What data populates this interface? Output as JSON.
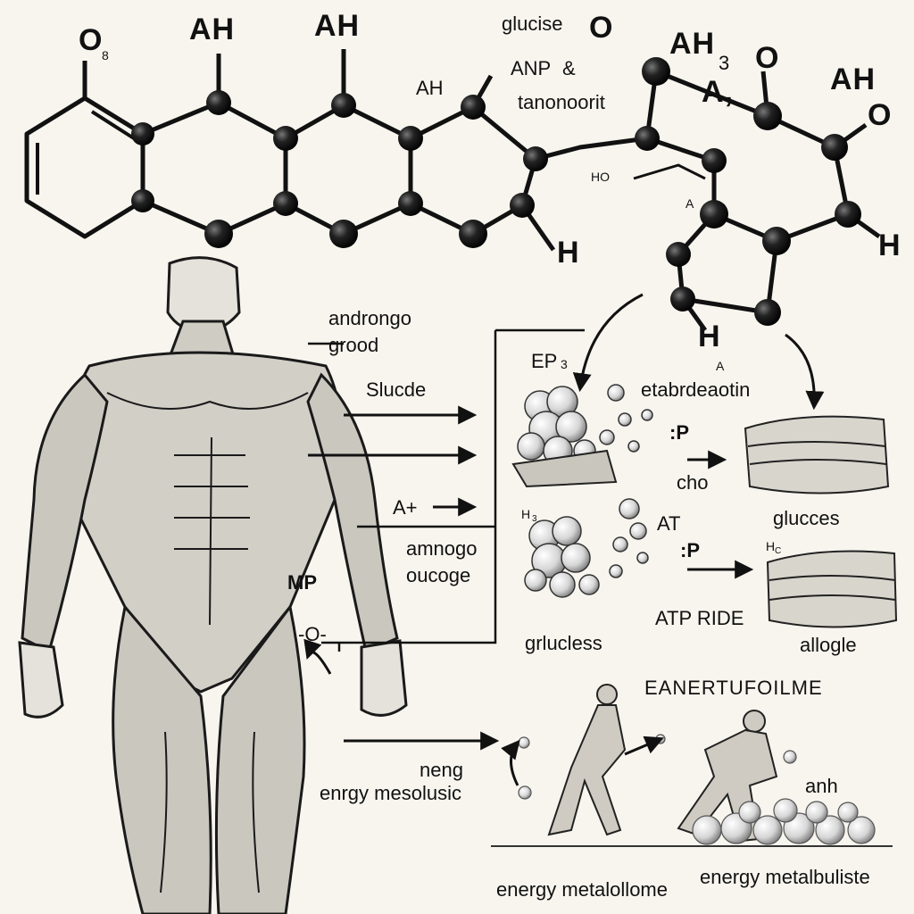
{
  "molecule_labels": {
    "o_left": "O",
    "o_left_sub": "8",
    "ah_1": "AH",
    "ah_2": "AH",
    "glucose": "glucise",
    "anp": "ANP",
    "anp_amp": "&",
    "tanon": "tanonoorit",
    "ah_3": "AH",
    "ho": "HO",
    "o_top": "O",
    "ah3_right": "AH",
    "ah3_sub": "3",
    "a_right": "A,",
    "o_right_top": "O",
    "ah_far_right": "AH",
    "o_far_right": "O",
    "h_1": "H",
    "h_2": "H",
    "h_3": "H",
    "small_a_1": "A",
    "small_a_2": "A"
  },
  "body_labels": {
    "androngo": "androngo",
    "grood": "grood",
    "slucde": "Slucde",
    "aplus": "A+",
    "amnogo": "amnogo",
    "oucoge": "oucoge",
    "mp": "MP",
    "o_marker": "-O-",
    "neng": "neng",
    "energy_mesolusic": "enrgy mesolusic"
  },
  "right_labels": {
    "ep": "EP",
    "ep_sub": "3",
    "etabrdeaotin": "etabrdeaotin",
    "p_top": ":P",
    "cho": "cho",
    "glucces": "glucces",
    "h3": "H",
    "h3_sub": "3",
    "at": "AT",
    "p_mid": ":P",
    "hc": "H",
    "hc_sub": "C",
    "atp_ride": "ATP RIDE",
    "grlucless": "grlucless",
    "allogle": "allogle"
  },
  "bottom_labels": {
    "eanertufoilme": "EANERTUFOILME",
    "anh": "anh",
    "energy_metalollome": "energy metalollome",
    "energy_metalbuliste": "energy metalbuliste"
  }
}
